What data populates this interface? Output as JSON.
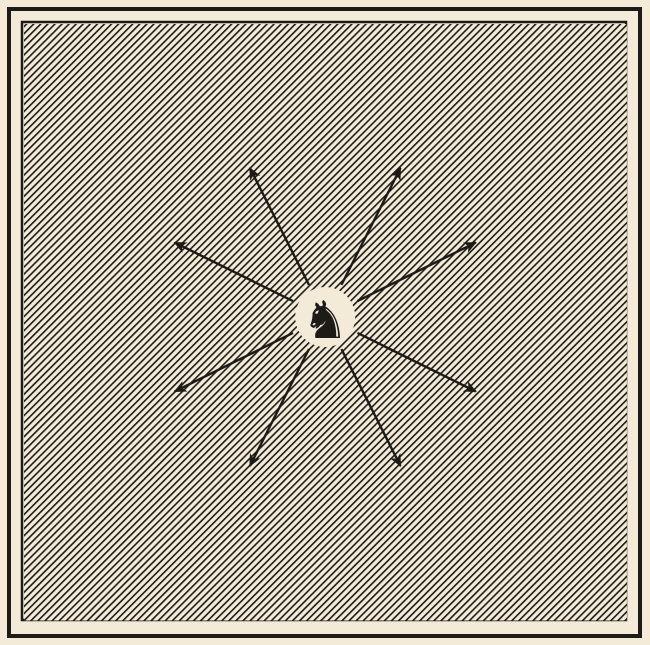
{
  "board": {
    "files": 8,
    "ranks": 8,
    "dark_square_top_left": false,
    "paper_color": "#f3ead7",
    "ink_color": "#1c1b18"
  },
  "piece": {
    "type": "knight",
    "icon": "knight-icon",
    "glyph": "♞",
    "file_index": 4,
    "rank_index": 4
  },
  "moves": [
    {
      "name": "move-arrow-up-left",
      "df": -1,
      "dr": -2
    },
    {
      "name": "move-arrow-up-right",
      "df": 1,
      "dr": -2
    },
    {
      "name": "move-arrow-left-up",
      "df": -2,
      "dr": -1
    },
    {
      "name": "move-arrow-right-up",
      "df": 2,
      "dr": -1
    },
    {
      "name": "move-arrow-left-down",
      "df": -2,
      "dr": 1
    },
    {
      "name": "move-arrow-right-down",
      "df": 2,
      "dr": 1
    },
    {
      "name": "move-arrow-down-left",
      "df": -1,
      "dr": 2
    },
    {
      "name": "move-arrow-down-right",
      "df": 1,
      "dr": 2
    }
  ]
}
